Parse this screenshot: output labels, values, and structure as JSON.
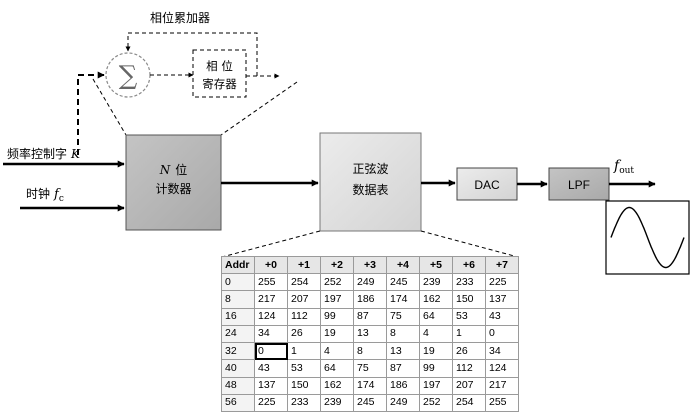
{
  "phase_accumulator": {
    "title": "相位累加器",
    "sum_symbol": "∑",
    "register_line1": "相  位",
    "register_line2": "寄存器"
  },
  "inputs": {
    "freq_word": "频率控制字",
    "freq_symbol": "K",
    "clock": "时钟",
    "clock_symbol": "f",
    "clock_sub": "c"
  },
  "counter": {
    "line1_symbol": "N",
    "line1_text": "位",
    "line2": "计数器"
  },
  "sine_table": {
    "line1": "正弦波",
    "line2": "数据表"
  },
  "dac": {
    "label": "DAC"
  },
  "lpf": {
    "label": "LPF"
  },
  "output": {
    "symbol": "f",
    "sub": "out"
  },
  "table": {
    "headers": [
      "Addr",
      "+0",
      "+1",
      "+2",
      "+3",
      "+4",
      "+5",
      "+6",
      "+7"
    ],
    "rows": [
      [
        "0",
        "255",
        "254",
        "252",
        "249",
        "245",
        "239",
        "233",
        "225"
      ],
      [
        "8",
        "217",
        "207",
        "197",
        "186",
        "174",
        "162",
        "150",
        "137"
      ],
      [
        "16",
        "124",
        "112",
        "99",
        "87",
        "75",
        "64",
        "53",
        "43"
      ],
      [
        "24",
        "34",
        "26",
        "19",
        "13",
        "8",
        "4",
        "1",
        "0"
      ],
      [
        "32",
        "0",
        "1",
        "4",
        "8",
        "13",
        "19",
        "26",
        "34"
      ],
      [
        "40",
        "43",
        "53",
        "64",
        "75",
        "87",
        "99",
        "112",
        "124"
      ],
      [
        "48",
        "137",
        "150",
        "162",
        "174",
        "186",
        "197",
        "207",
        "217"
      ],
      [
        "56",
        "225",
        "233",
        "239",
        "245",
        "249",
        "252",
        "254",
        "255"
      ]
    ],
    "selected_cell": [
      4,
      1
    ]
  }
}
